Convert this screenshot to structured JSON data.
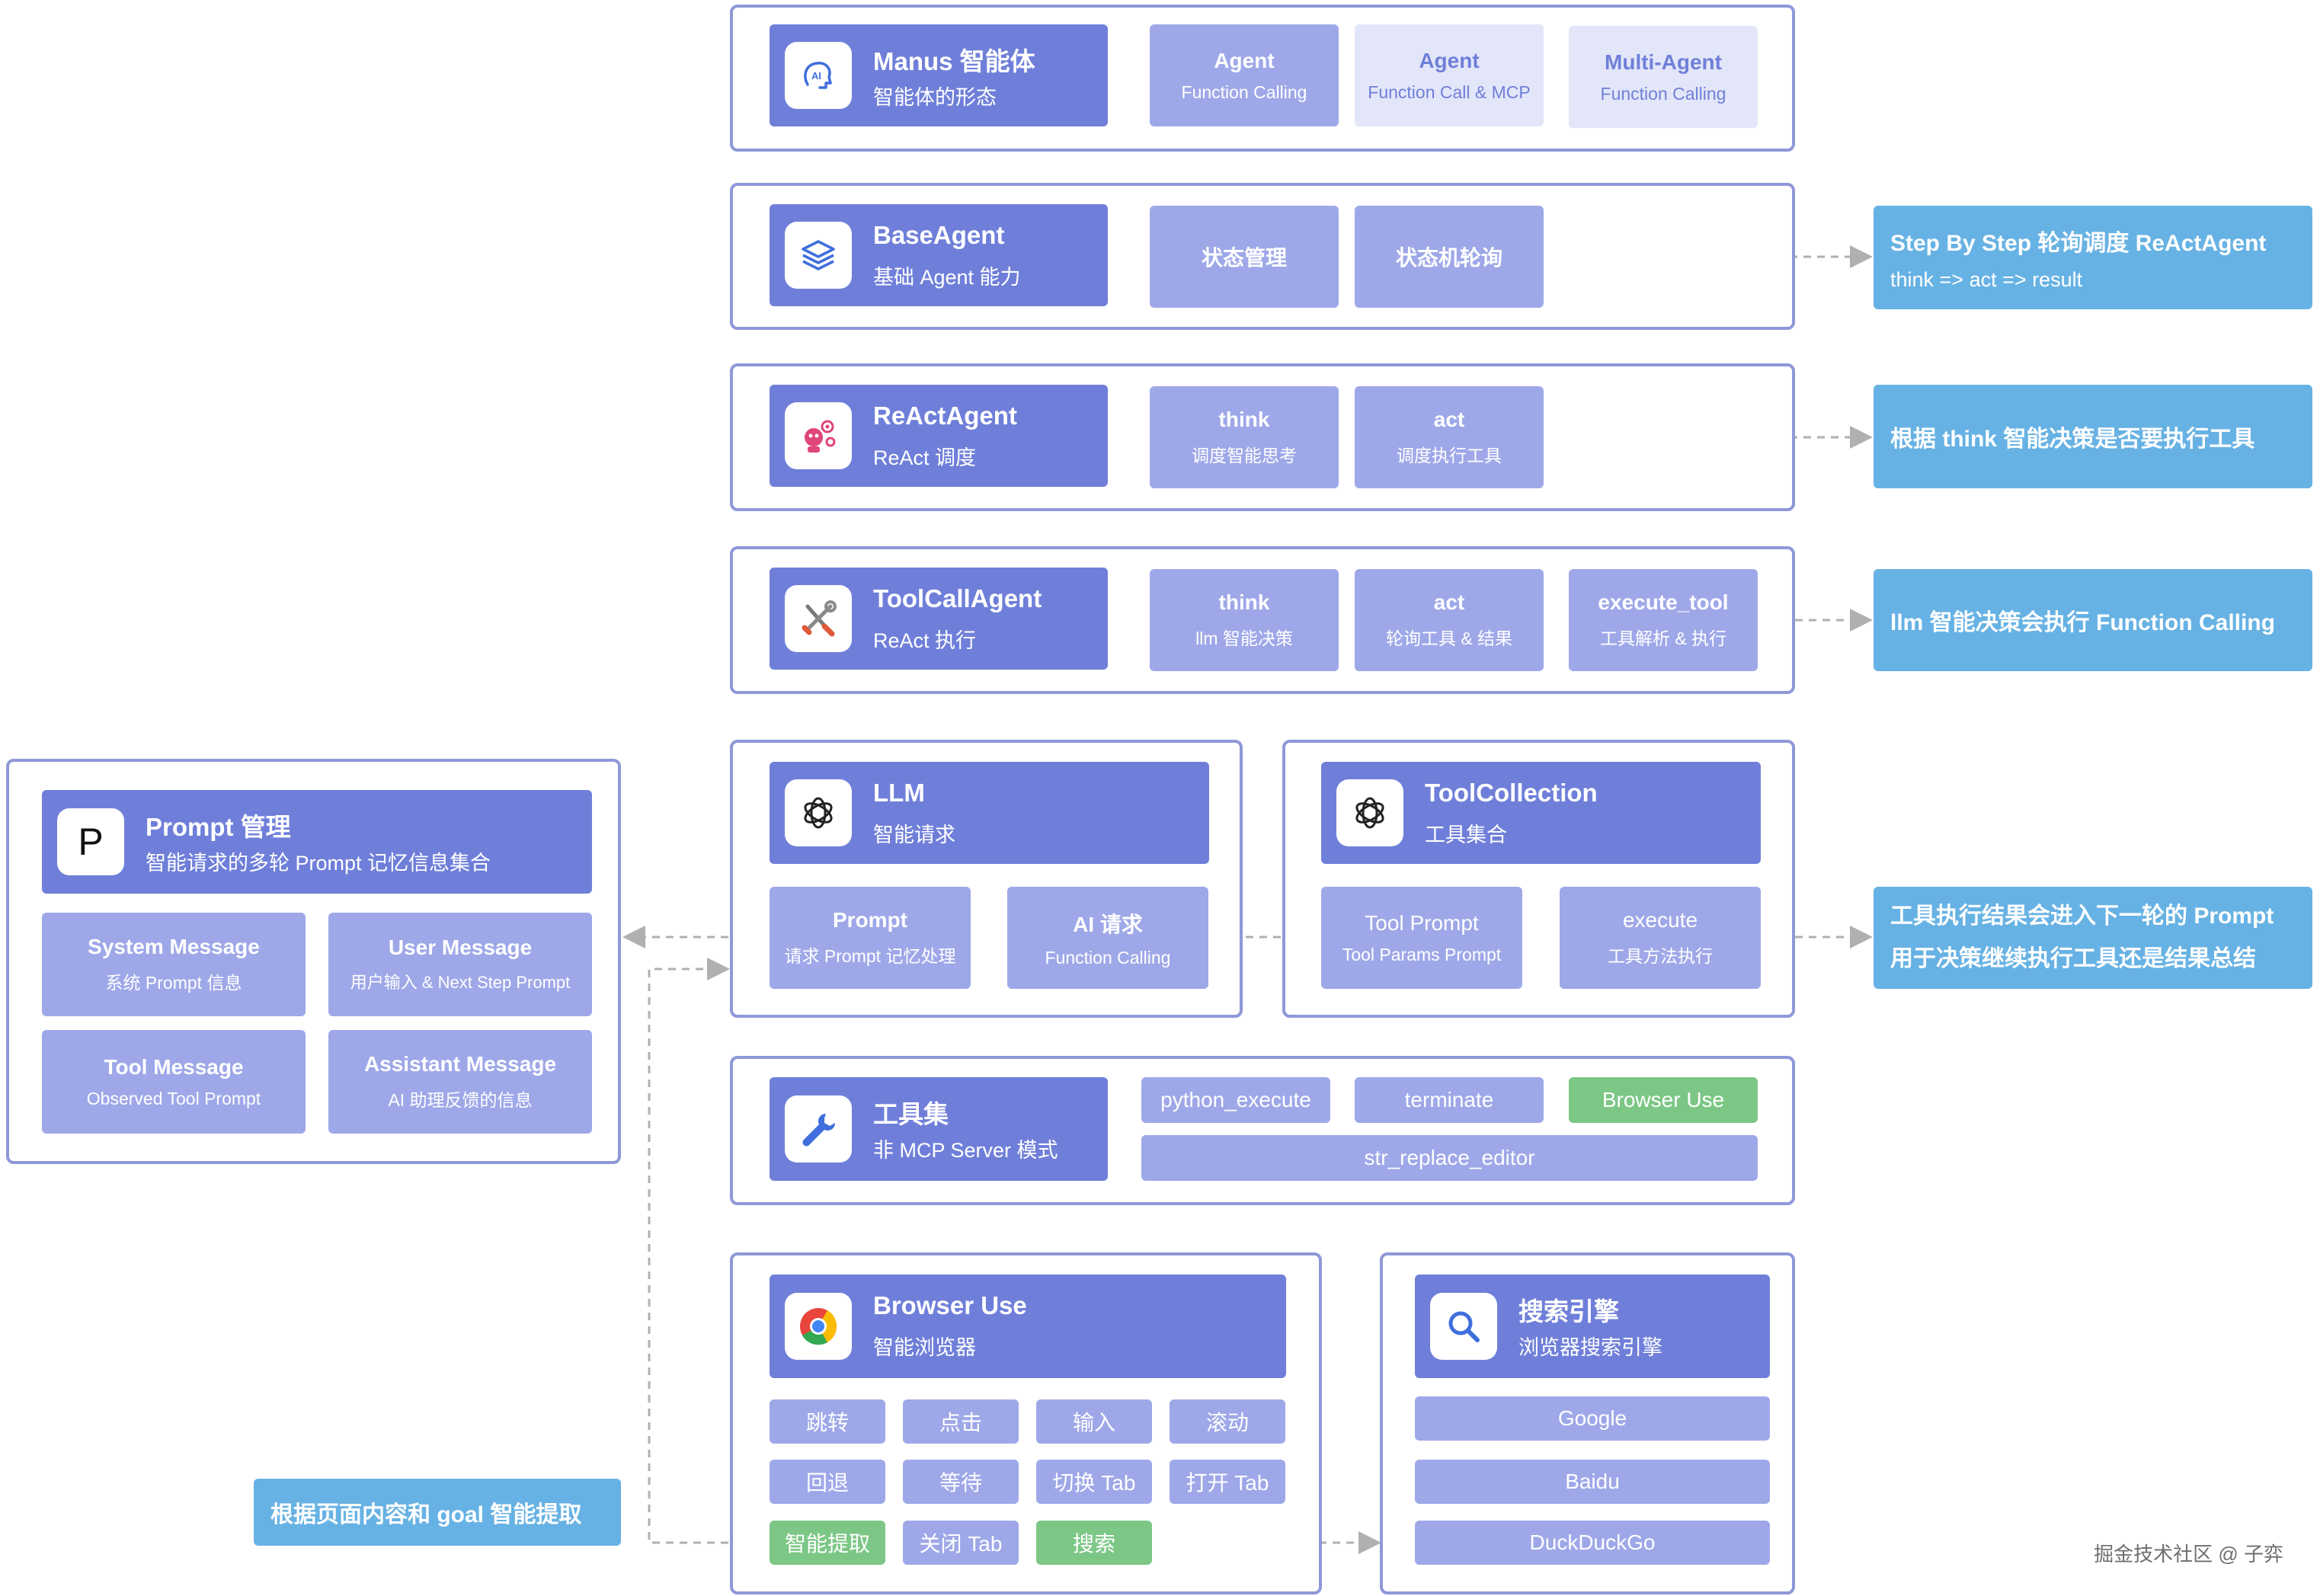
{
  "colors": {
    "frame_border": "#8f98d8",
    "header_bg": "#6f7fd9",
    "item_bg": "#9ea8e8",
    "item_light_bg": "#e3e6f9",
    "item_green_bg": "#7cc786",
    "callout_bg": "#67b2e4",
    "connector": "#b0b0b0"
  },
  "manus": {
    "icon": "ai-brain-icon",
    "title": "Manus 智能体",
    "subtitle": "智能体的形态",
    "items": [
      {
        "title": "Agent",
        "sub": "Function Calling"
      },
      {
        "title": "Agent",
        "sub": "Function Call & MCP"
      },
      {
        "title": "Multi-Agent",
        "sub": "Function Calling"
      }
    ]
  },
  "baseagent": {
    "icon": "layers-icon",
    "title": "BaseAgent",
    "subtitle": "基础 Agent 能力",
    "items": [
      {
        "title": "状态管理"
      },
      {
        "title": "状态机轮询"
      }
    ]
  },
  "reactagent": {
    "icon": "robot-gear-icon",
    "title": "ReActAgent",
    "subtitle": "ReAct 调度",
    "items": [
      {
        "title": "think",
        "sub": "调度智能思考"
      },
      {
        "title": "act",
        "sub": "调度执行工具"
      }
    ]
  },
  "toolcallagent": {
    "icon": "tools-icon",
    "title": "ToolCallAgent",
    "subtitle": "ReAct 执行",
    "items": [
      {
        "title": "think",
        "sub": "llm 智能决策"
      },
      {
        "title": "act",
        "sub": "轮询工具 & 结果"
      },
      {
        "title": "execute_tool",
        "sub": "工具解析 & 执行"
      }
    ]
  },
  "prompt": {
    "icon": "letter-p-icon",
    "icon_letter": "P",
    "title": "Prompt 管理",
    "subtitle": "智能请求的多轮 Prompt 记忆信息集合",
    "items": [
      {
        "title": "System Message",
        "sub": "系统 Prompt 信息"
      },
      {
        "title": "User Message",
        "sub": "用户输入 & Next Step Prompt"
      },
      {
        "title": "Tool Message",
        "sub": "Observed Tool Prompt"
      },
      {
        "title": "Assistant Message",
        "sub": "AI 助理反馈的信息"
      }
    ]
  },
  "llm": {
    "icon": "openai-icon",
    "title": "LLM",
    "subtitle": "智能请求",
    "items": [
      {
        "title": "Prompt",
        "sub": "请求 Prompt 记忆处理"
      },
      {
        "title": "AI 请求",
        "sub": "Function Calling"
      }
    ]
  },
  "toolcollection": {
    "icon": "openai-icon",
    "title": "ToolCollection",
    "subtitle": "工具集合",
    "items": [
      {
        "title": "Tool Prompt",
        "sub": "Tool Params Prompt"
      },
      {
        "title": "execute",
        "sub": "工具方法执行"
      }
    ]
  },
  "toolset": {
    "icon": "wrench-icon",
    "title": "工具集",
    "subtitle": "非 MCP Server 模式",
    "tags": [
      "python_execute",
      "terminate",
      "Browser Use",
      "str_replace_editor"
    ]
  },
  "browseruse": {
    "icon": "chrome-icon",
    "title": "Browser Use",
    "subtitle": "智能浏览器",
    "actions": [
      "跳转",
      "点击",
      "输入",
      "滚动",
      "回退",
      "等待",
      "切换 Tab",
      "打开 Tab",
      "智能提取",
      "关闭 Tab",
      "搜索"
    ]
  },
  "search": {
    "icon": "search-icon",
    "title": "搜索引擎",
    "subtitle": "浏览器搜索引擎",
    "engines": [
      "Google",
      "Baidu",
      "DuckDuckGo"
    ]
  },
  "callouts": {
    "stepbystep_title": "Step By Step 轮询调度 ReActAgent",
    "stepbystep_sub": "think => act => result",
    "think_decision": "根据 think 智能决策是否要执行工具",
    "llm_function": "llm 智能决策会执行 Function Calling",
    "tool_result_1": "工具执行结果会进入下一轮的 Prompt",
    "tool_result_2": "用于决策继续执行工具还是结果总结",
    "extract": "根据页面内容和 goal 智能提取"
  },
  "watermark": "掘金技术社区 @ 子弈"
}
